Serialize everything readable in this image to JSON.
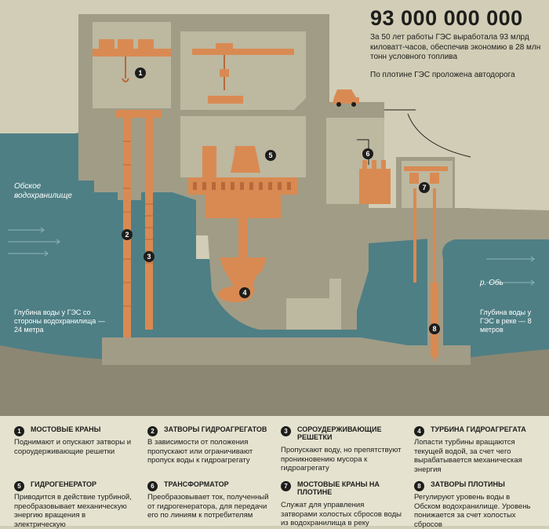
{
  "header": {
    "big_number": "93 000 000 000",
    "stat_text": "За 50 лет работы ГЭС выработала 93 млрд киловатт-часов, обеспечив экономию в 28 млн тонн условного топлива",
    "road_text": "По плотине ГЭС проложена автодорога"
  },
  "labels": {
    "reservoir": "Обское водохранилище",
    "river": "р. Обь",
    "depth_upstream": "Глубина воды у ГЭС со стороны водохранилища — 24 метра",
    "depth_downstream": "Глубина воды у ГЭС в реке — 8 метров"
  },
  "markers": [
    "1",
    "2",
    "3",
    "4",
    "5",
    "6",
    "7",
    "8"
  ],
  "legend": [
    {
      "num": "1",
      "title": "МОСТОВЫЕ КРАНЫ",
      "desc": "Поднимают и опускают затворы и сороудерживающие решетки"
    },
    {
      "num": "2",
      "title": "ЗАТВОРЫ ГИДРОАГРЕГАТОВ",
      "desc": "В зависимости от положения пропускают или ограничивают пропуск воды к гидроагрегату"
    },
    {
      "num": "3",
      "title": "СОРОУДЕРЖИВАЮЩИЕ РЕШЕТКИ",
      "desc": "Пропускают воду, но препятствуют проникновению мусора к гидроагрегату"
    },
    {
      "num": "4",
      "title": "ТУРБИНА ГИДРОАГРЕГАТА",
      "desc": "Лопасти турбины вращаются текущей водой, за счет чего вырабатывается механическая энергия"
    },
    {
      "num": "5",
      "title": "ГИДРОГЕНЕРАТОР",
      "desc": "Приводится в действие турбиной, преобразовывает механическую энергию вращения в электрическую"
    },
    {
      "num": "6",
      "title": "ТРАНСФОРМАТОР",
      "desc": "Преобразовывает ток, полученный от гидрогенератора, для передачи его по линиям к потребителям"
    },
    {
      "num": "7",
      "title": "МОСТОВЫЕ КРАНЫ НА ПЛОТИНЕ",
      "desc": "Служат для управления затворами холостых сбросов воды из водохранилища в реку"
    },
    {
      "num": "8",
      "title": "ЗАТВОРЫ ПЛОТИНЫ",
      "desc": "Регулируют уровень воды в Обском водохранилище. Уровень понижается за счет холостых сбросов"
    }
  ],
  "colors": {
    "concrete": "#a19c86",
    "concrete_dark": "#8c8773",
    "water": "#4e7f85",
    "machinery": "#d98a52",
    "machinery_dark": "#b8683a",
    "legend_bg": "#e5e2cf"
  }
}
